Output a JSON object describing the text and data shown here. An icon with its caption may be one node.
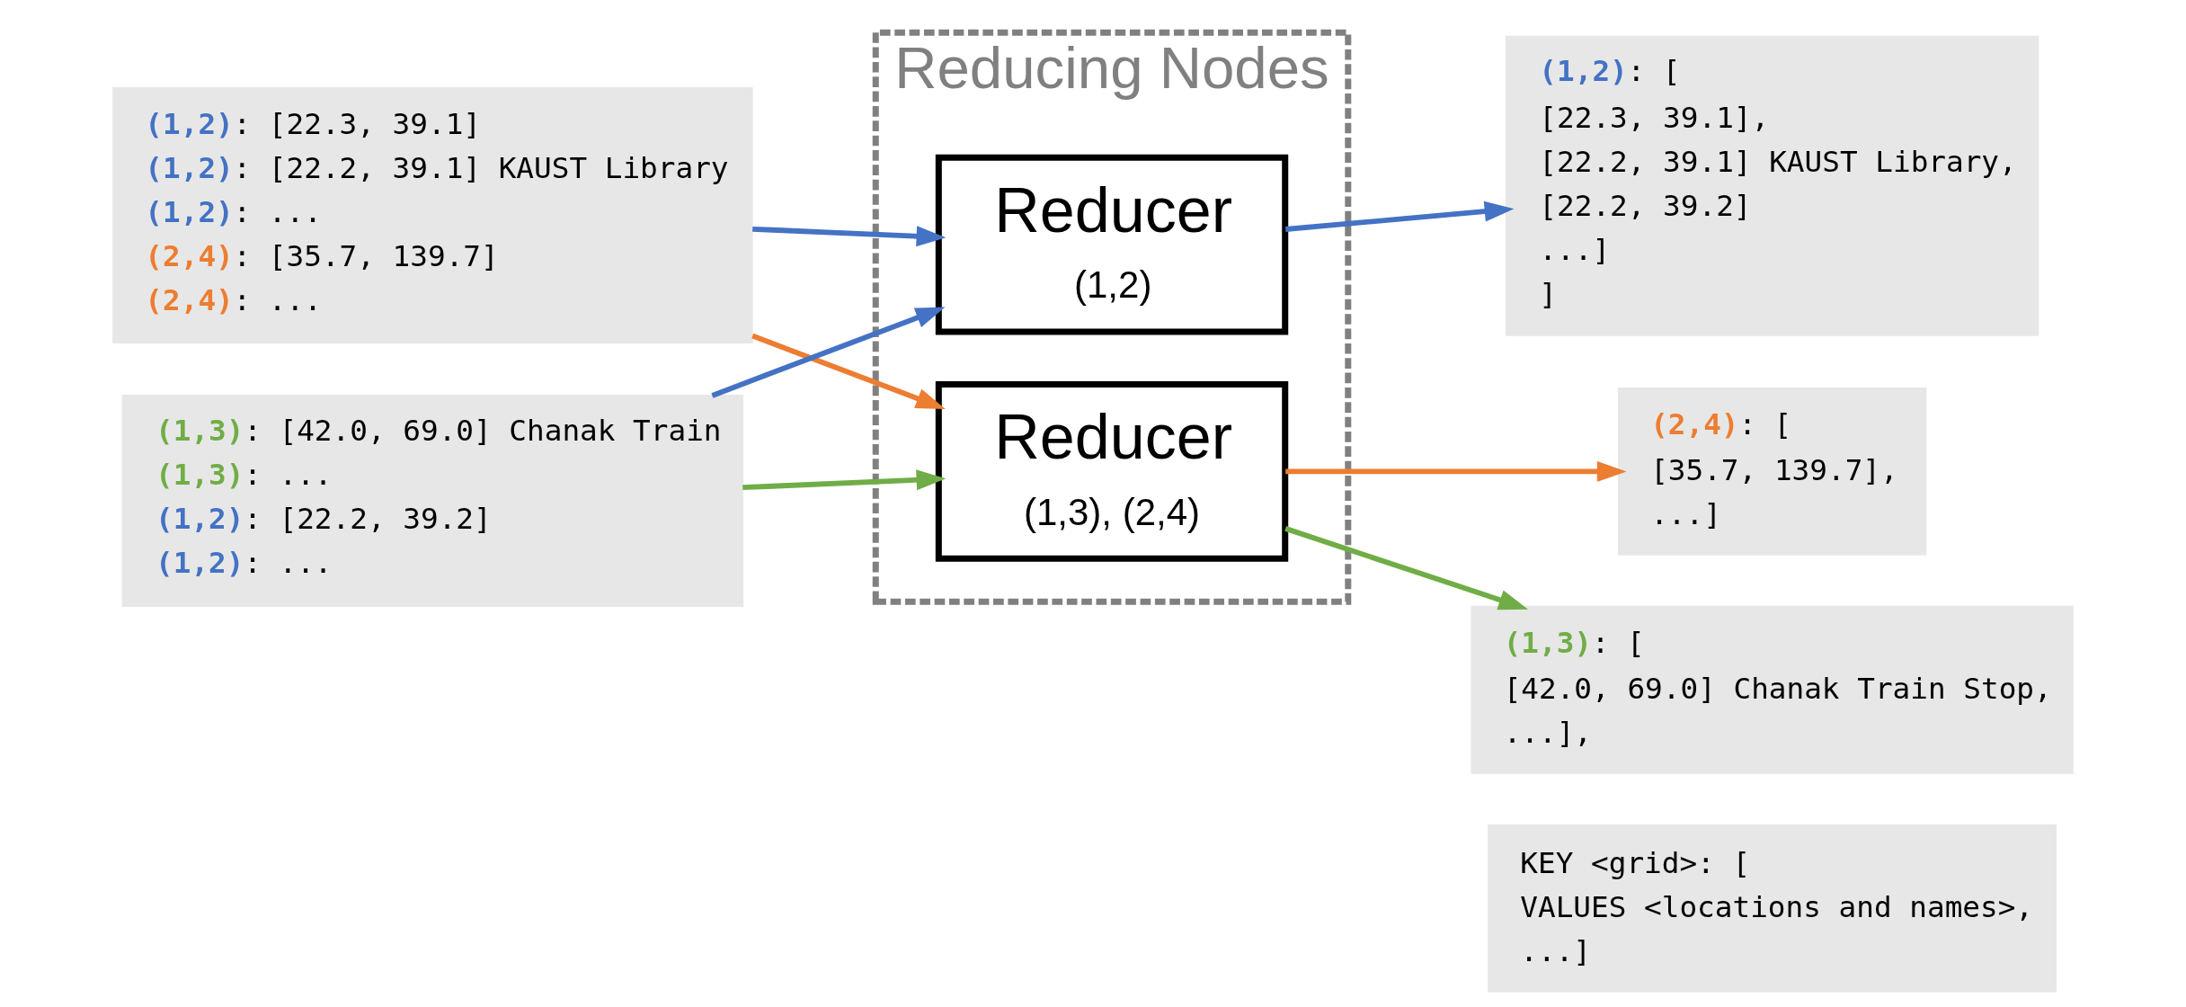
{
  "diagram": {
    "nodes": [
      {
        "text": [
          "KEY <grid>: [",
          "VALUES <locations and names>,",
          "...]"
        ]
      },
      {
        "text": [
          "(1,2): [22.3, 39.1]",
          "(1,2): [22.2, 39.1] KAUST Library",
          "(1,2): ...",
          "(2,4): [35.7, 139.7]",
          "(2,4): ..."
        ]
      },
      {
        "text": [
          "(1,3): [42.0, 69.0] Chanak Train",
          "(1,3): ...",
          "(1,2): [22.2, 39.2]",
          "(1,2): ..."
        ]
      },
      {
        "text": [
          "Reducing Nodes"
        ]
      },
      {
        "text": [
          "Reducer",
          "(1,2)"
        ],
        "in": 3
      },
      {
        "text": [
          "Reducer",
          "(1,3), (2,4)"
        ],
        "in": 3
      },
      {
        "text": [
          "(1,2): [",
          "[22.3, 39.1],",
          "[22.2, 39.1] KAUST Library,",
          "[22.2, 39.2]",
          "...]",
          "]"
        ]
      },
      {
        "text": [
          "(2,4): [",
          "[35.7, 139.7],",
          "...]"
        ]
      },
      {
        "text": [
          "(1,3): [",
          "[42.0, 69.0] Chanak Train Stop,",
          "...],"
        ]
      }
    ],
    "edges": [
      {
        "from": 1,
        "to": 4,
        "arrow": "to"
      },
      {
        "from": 1,
        "to": 5,
        "arrow": "to",
        "color": "#ed7d31"
      },
      {
        "from": 2,
        "to": 5,
        "arrow": "to",
        "color": "#70ad47"
      },
      {
        "from": 2,
        "to": 4,
        "arrow": "to"
      },
      {
        "from": 4,
        "to": 6,
        "arrow": "to"
      },
      {
        "from": 5,
        "to": 7,
        "arrow": "to",
        "color": "#ed7d31"
      },
      {
        "from": 5,
        "to": 8,
        "arrow": "to",
        "color": "#70ad47"
      }
    ]
  }
}
